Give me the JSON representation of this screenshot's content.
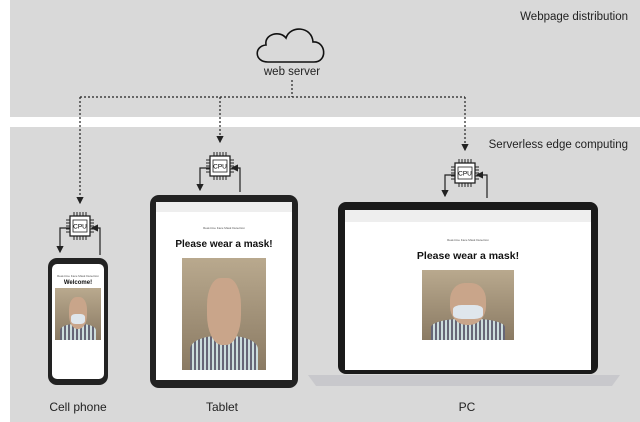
{
  "sections": {
    "top": "Webpage distribution",
    "bottom": "Serverless edge computing"
  },
  "server": {
    "label": "web server",
    "icon": "cloud-icon"
  },
  "cpu_label": "CPU",
  "devices": [
    {
      "label": "Cell phone",
      "heading": "Welcome!",
      "app_title": "Real-time Face Mask Detection"
    },
    {
      "label": "Tablet",
      "heading": "Please wear a mask!",
      "app_title": "Real-time Face Mask Detection"
    },
    {
      "label": "PC",
      "heading": "Please wear a mask!",
      "app_title": "Real-time Face Mask Detection"
    }
  ],
  "colors": {
    "band": "#d9d9d9",
    "line": "#222222"
  }
}
